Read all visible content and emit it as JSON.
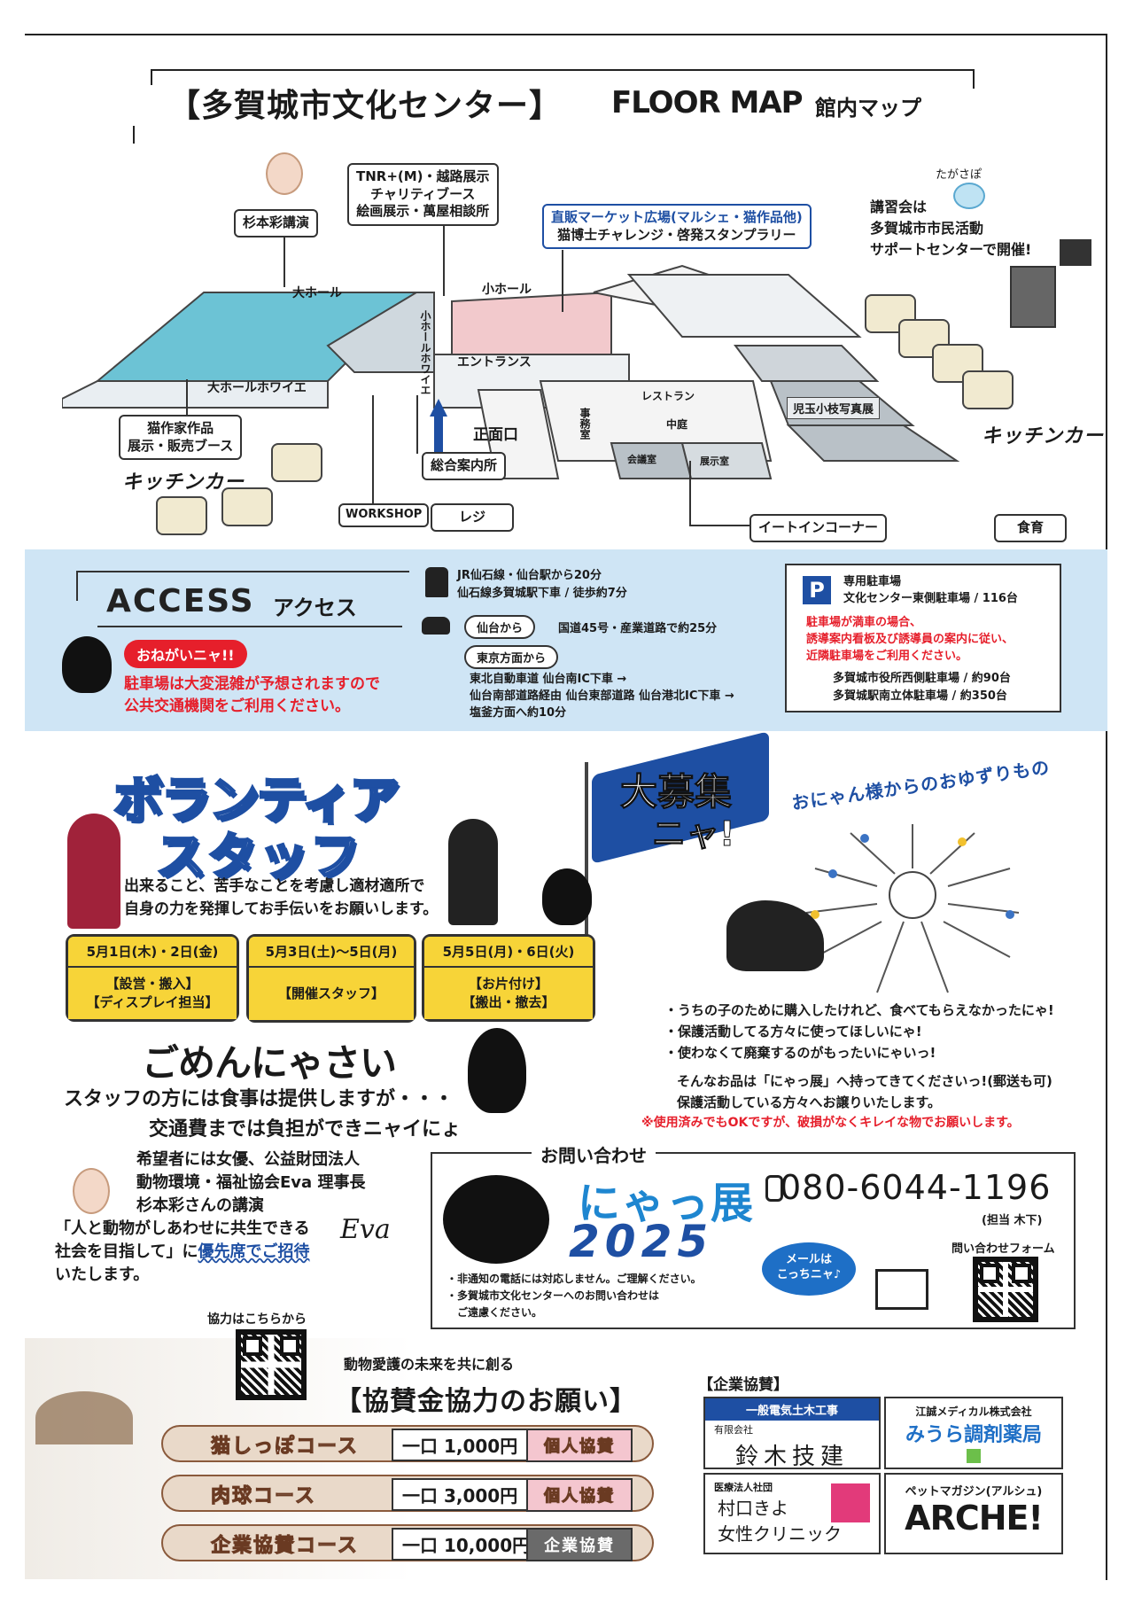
{
  "header": {
    "title_jp": "【多賀城市文化センター】",
    "title_en": "FLOOR MAP",
    "title_sub": "館内マップ"
  },
  "floor_map": {
    "callouts": {
      "lecture": "杉本彩講演",
      "tnr": "TNR+(M)・越路展示",
      "charity": "チャリティブース",
      "paint": "絵画展示・萬屋相談所",
      "market": "直販マーケット広場(マルシェ・猫作品他)",
      "stamp": "猫博士チャレンジ・啓発スタンプラリー",
      "tagasapo": "たがさぽ",
      "seminar_1": "講習会は",
      "seminar_2": "多賀城市市民活動",
      "seminar_3": "サポートセンターで開催!",
      "artist_1": "猫作家作品",
      "artist_2": "展示・販売ブース",
      "kitchen_car_left": "キッチンカー",
      "kitchen_car_right": "キッチンカー",
      "info": "総合案内所",
      "workshop": "WORKSHOP",
      "register": "レジ",
      "eat_in": "イートインコーナー",
      "shokuiku": "食育",
      "photo": "児玉小枝写真展"
    },
    "rooms": {
      "big_hall": "大ホール",
      "big_hall_foyer": "大ホールホワイエ",
      "small_hall": "小ホール",
      "small_hall_foyer": "小ホールホワイエ",
      "entrance": "エントランス",
      "main_gate": "正面口",
      "restaurant": "レストラン",
      "courtyard": "中庭",
      "office": "事務室",
      "meeting": "会議室",
      "hall_room": "展示室"
    }
  },
  "access": {
    "title": "ACCESS",
    "subtitle": "アクセス",
    "please": "おねがいニャ!!",
    "warn_1": "駐車場は大変混雑が予想されますので",
    "warn_2": "公共交通機関をご利用ください。",
    "train_1": "JR仙石線・仙台駅から20分",
    "train_2": "仙石線多賀城駅下車 / 徒歩約7分",
    "from_sendai": "仙台から",
    "sendai_route": "国道45号・産業道路で約25分",
    "from_tokyo": "東京方面から",
    "tokyo_1": "東北自動車道 仙台南IC下車 →",
    "tokyo_2": "仙台南部道路経由 仙台東部道路 仙台港北IC下車 →",
    "tokyo_3": "塩釜方面へ約10分",
    "parking_icon": "P",
    "parking_title": "専用駐車場",
    "parking_main": "文化センター東側駐車場 / 116台",
    "parking_red_1": "駐車場が満車の場合、",
    "parking_red_2": "誘導案内看板及び誘導員の案内に従い、",
    "parking_red_3": "近隣駐車場をご利用ください。",
    "parking_alt_1": "多賀城市役所西側駐車場 / 約90台",
    "parking_alt_2": "多賀城駅南立体駐車場 / 約350台"
  },
  "volunteer": {
    "title_1": "ボランティア",
    "title_2": "スタッフ",
    "flag_1": "大募集",
    "flag_2": "ニャ!",
    "desc_1": "出来ること、苦手なことを考慮し適材適所で",
    "desc_2": "自身の力を発揮してお手伝いをお願いします。",
    "dates": [
      {
        "date": "5月1日(木)・2日(金)",
        "role_1": "【設営・搬入】",
        "role_2": "【ディスプレイ担当】"
      },
      {
        "date": "5月3日(土)〜5日(月)",
        "role_1": "【開催スタッフ】",
        "role_2": ""
      },
      {
        "date": "5月5日(月)・6日(火)",
        "role_1": "【お片付け】",
        "role_2": "【搬出・撤去】"
      }
    ],
    "sorry_title": "ごめんにゃさい",
    "sorry_1": "スタッフの方には食事は提供しますが・・・",
    "sorry_2": "交通費までは負担ができニャイにょ",
    "invite_1": "希望者には女優、公益財団法人",
    "invite_2": "動物環境・福祉協会Eva 理事長",
    "invite_3": "杉本彩さんの講演",
    "invite_4": "「人と動物がしあわせに共生できる",
    "invite_5a": "社会を目指して」に",
    "invite_5b": "優先席でご招待",
    "invite_6": "いたします。",
    "eva_logo": "Eva"
  },
  "donation": {
    "arc_title": "おにゃん様からのおゆずりもの",
    "items": [
      "・うちの子のために購入したけれど、食べてもらえなかったにゃ!",
      "・保護活動してる方々に使ってほしいにゃ!",
      "・使わなくて廃棄するのがもったいにゃいっ!"
    ],
    "note_1": "そんなお品は「にゃっ展」へ持ってきてくださいっ!(郵送も可)",
    "note_2": "保護活動している方々へお譲りいたします。",
    "note_red": "※使用済みでもOKですが、破損がなくキレイな物でお願いします。"
  },
  "inquiry": {
    "title": "お問い合わせ",
    "event_name": "にゃっ展",
    "year": "2025",
    "phone": "080-6044-1196",
    "contact_person": "(担当 木下)",
    "form_label": "問い合わせフォーム",
    "mail_bubble_1": "メールは",
    "mail_bubble_2": "こっちニャ♪",
    "note_1": "・非通知の電話には対応しません。ご理解ください。",
    "note_2": "・多賀城市文化センターへのお問い合わせは",
    "note_3": "ご遠慮ください。"
  },
  "sponsor": {
    "qr_label": "協力はこちらから",
    "subtitle": "動物愛護の未来を共に創る",
    "title": "【協賛金協力のお願い】",
    "courses": [
      {
        "name": "猫しっぽコース",
        "price": "一口 1,000円",
        "type": "個人協賛"
      },
      {
        "name": "肉球コース",
        "price": "一口 3,000円",
        "type": "個人協賛"
      },
      {
        "name": "企業協賛コース",
        "price": "一口 10,000円",
        "type": "企業協賛"
      }
    ]
  },
  "corporate": {
    "heading": "【企業協賛】",
    "suzuki_top": "一般電気土木工事",
    "suzuki_kind": "有限会社",
    "suzuki_name": "鈴木技建",
    "miura_top": "江誠メディカル株式会社",
    "miura_name": "みうら調剤薬局",
    "murakuchi_top": "医療法人社団",
    "murakuchi_1": "村口きよ",
    "murakuchi_2": "女性クリニック",
    "arche_top": "ペットマガジン(アルシュ)",
    "arche_name": "ARCHE!"
  },
  "colors": {
    "accent_blue": "#1e4fa3",
    "access_bg": "#cfe5f5",
    "red": "#e61f2b",
    "yellow": "#f7d438",
    "map_teal": "#6cc3d5",
    "map_pink": "#f2c9cc"
  }
}
